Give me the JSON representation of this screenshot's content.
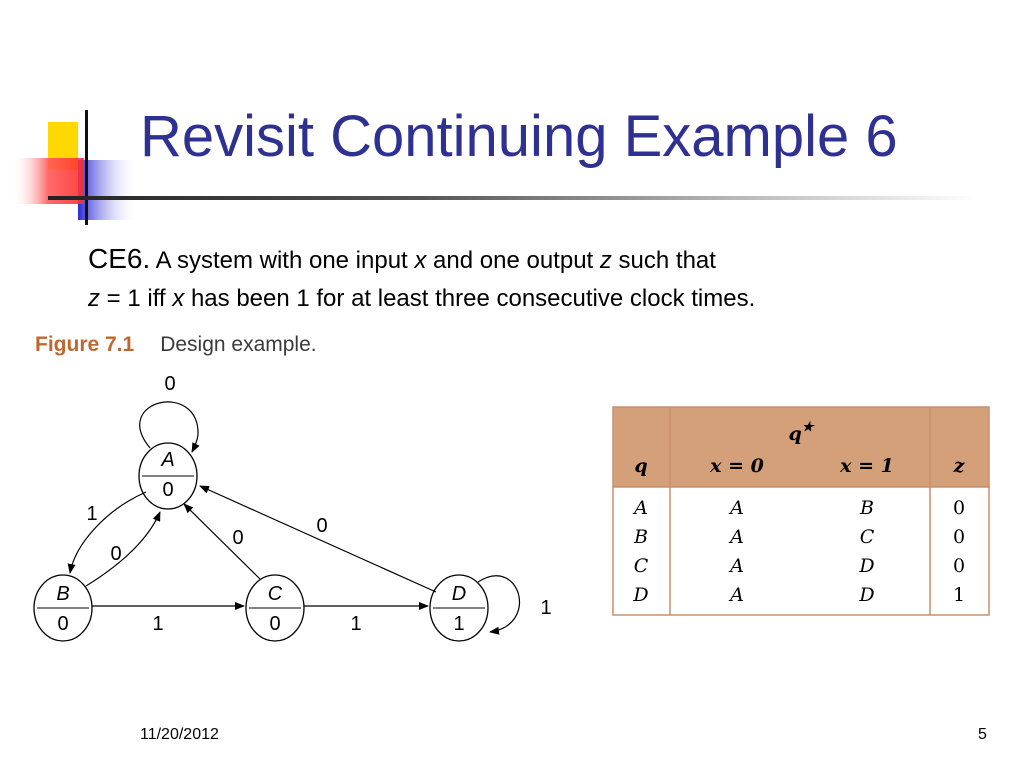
{
  "slide": {
    "title": "Revisit Continuing Example 6",
    "line1": {
      "lead": "CE6.",
      "t1": " A system with one input ",
      "v1": "x",
      "t2": " and one output ",
      "v2": "z",
      "t3": " such that"
    },
    "line2": {
      "v1": "z",
      "t1": " = 1 iff ",
      "v2": "x",
      "t2": " has been 1 for at least three consecutive clock times."
    },
    "footer_date": "11/20/2012",
    "page_number": "5"
  },
  "figure": {
    "label": "Figure 7.1",
    "caption": "Design example."
  },
  "diagram": {
    "states": [
      {
        "name": "A",
        "output": "0"
      },
      {
        "name": "B",
        "output": "0"
      },
      {
        "name": "C",
        "output": "0"
      },
      {
        "name": "D",
        "output": "1"
      }
    ],
    "transitions": [
      {
        "from": "A",
        "to": "A",
        "input": "0"
      },
      {
        "from": "A",
        "to": "B",
        "input": "1"
      },
      {
        "from": "B",
        "to": "A",
        "input": "0"
      },
      {
        "from": "C",
        "to": "A",
        "input": "0"
      },
      {
        "from": "D",
        "to": "A",
        "input": "0"
      },
      {
        "from": "B",
        "to": "C",
        "input": "1"
      },
      {
        "from": "C",
        "to": "D",
        "input": "1"
      },
      {
        "from": "D",
        "to": "D",
        "input": "1"
      }
    ]
  },
  "table": {
    "header": {
      "q": "q",
      "qstar": "q",
      "x0": "x = 0",
      "x1": "x = 1",
      "z": "z"
    },
    "rows": [
      {
        "q": "A",
        "x0": "A",
        "x1": "B",
        "z": "0"
      },
      {
        "q": "B",
        "x0": "A",
        "x1": "C",
        "z": "0"
      },
      {
        "q": "C",
        "x0": "A",
        "x1": "D",
        "z": "0"
      },
      {
        "q": "D",
        "x0": "A",
        "x1": "D",
        "z": "1"
      }
    ],
    "colors": {
      "header_bg": "#d4a07a",
      "border": "#c98f68"
    }
  }
}
